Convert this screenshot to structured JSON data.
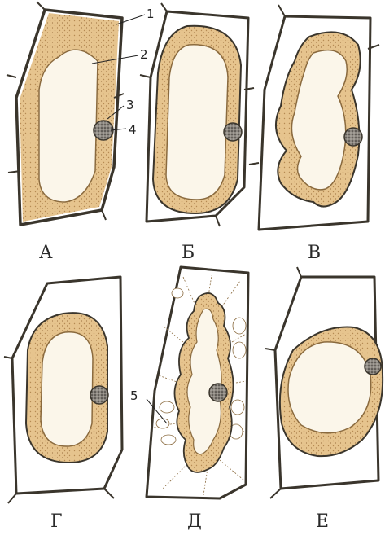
{
  "panels": [
    {
      "id": "A",
      "caption": "А"
    },
    {
      "id": "B",
      "caption": "Б"
    },
    {
      "id": "V",
      "caption": "В"
    },
    {
      "id": "G",
      "caption": "Г"
    },
    {
      "id": "D",
      "caption": "Д"
    },
    {
      "id": "E",
      "caption": "Е"
    }
  ],
  "callouts": [
    "1",
    "2",
    "3",
    "4",
    "5"
  ],
  "colors": {
    "cell_wall": "#3a352c",
    "cytoplasm": "#e6c48e",
    "cytoplasm_dots": "#b58a52",
    "vacuole": "#fbf6ea",
    "nucleus": "#5a5550",
    "background": "#ffffff"
  }
}
